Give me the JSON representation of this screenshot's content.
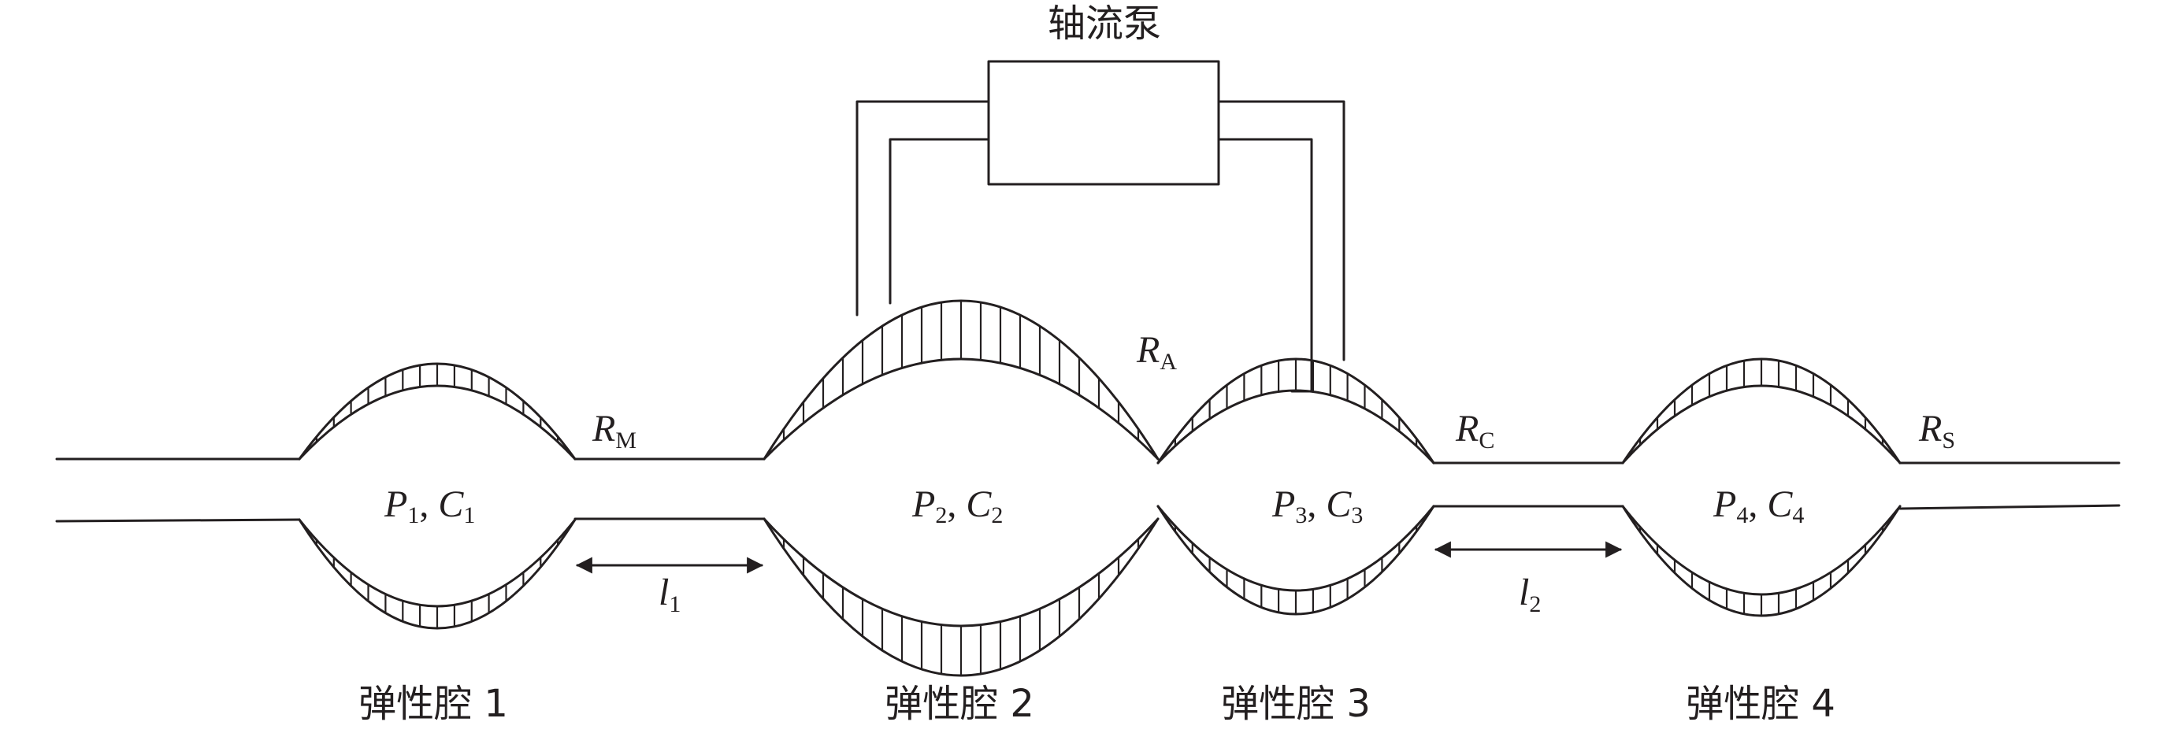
{
  "title": "轴流泵",
  "chambers": [
    {
      "label": "弹性腔 1",
      "p": "P",
      "pn": "1",
      "c": "C",
      "cn": "1"
    },
    {
      "label": "弹性腔 2",
      "p": "P",
      "pn": "2",
      "c": "C",
      "cn": "2"
    },
    {
      "label": "弹性腔 3",
      "p": "P",
      "pn": "3",
      "c": "C",
      "cn": "3"
    },
    {
      "label": "弹性腔 4",
      "p": "P",
      "pn": "4",
      "c": "C",
      "cn": "4"
    }
  ],
  "resistances": {
    "rm": {
      "sym": "R",
      "sub": "M"
    },
    "ra": {
      "sym": "R",
      "sub": "A"
    },
    "rc": {
      "sym": "R",
      "sub": "C"
    },
    "rs": {
      "sym": "R",
      "sub": "S"
    }
  },
  "lengths": {
    "l1": {
      "sym": "l",
      "sub": "1"
    },
    "l2": {
      "sym": "l",
      "sub": "2"
    }
  },
  "separator": ","
}
